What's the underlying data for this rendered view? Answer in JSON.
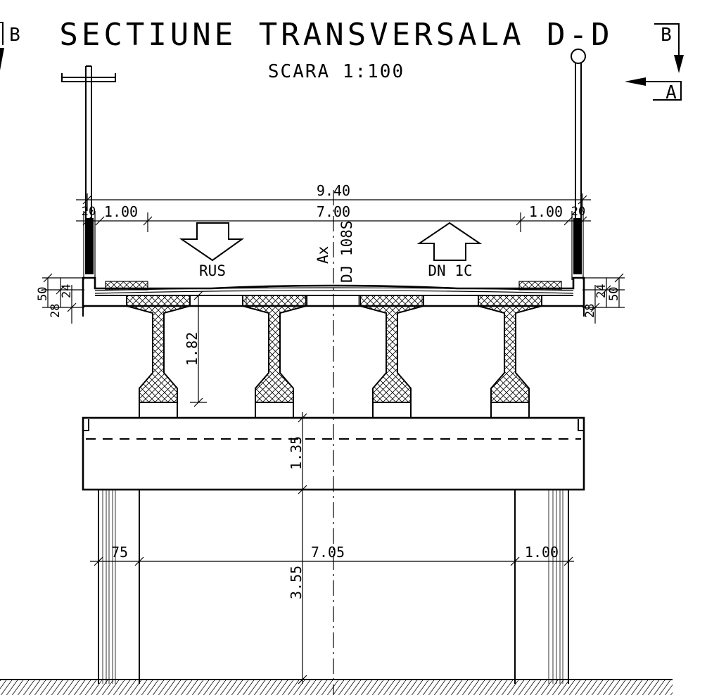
{
  "title": "SECTIUNE TRANSVERSALA D-D",
  "scale": "SCARA 1:100",
  "section_markers": {
    "left": "B",
    "right_top": "B",
    "right_bottom": "A"
  },
  "dimensions": {
    "total_width": "9.40",
    "carriageway": "7.00",
    "sidewalk_left": "1.00",
    "sidewalk_right": "1.00",
    "parapet_left": "20",
    "parapet_right": "20",
    "left_stack": [
      "50",
      "28",
      "24"
    ],
    "right_stack": [
      "50",
      "28",
      "24"
    ],
    "beam_height": "1.82",
    "cap_height": "1.35",
    "column_height": "3.55",
    "column_left": "75",
    "column_spacing": "7.05",
    "column_right": "1.00"
  },
  "traffic": {
    "left_direction": "RUS",
    "right_direction": "DN 1C"
  },
  "axis_label": {
    "line1": "Ax",
    "line2": "DJ 108S"
  }
}
